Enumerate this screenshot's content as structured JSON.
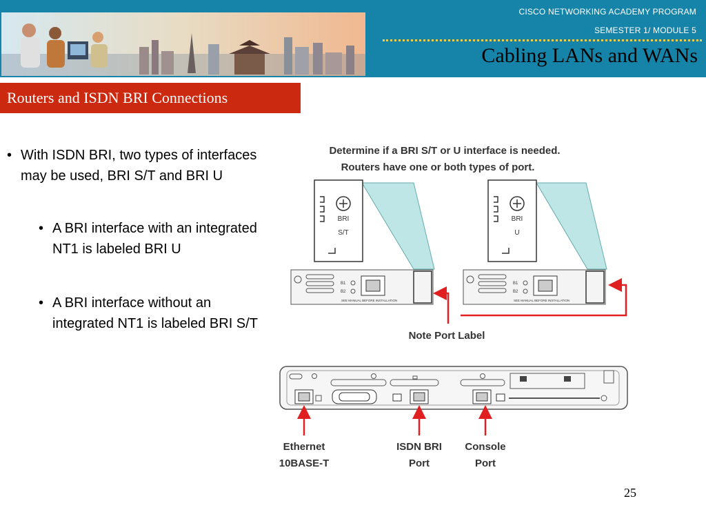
{
  "header": {
    "program": "CISCO NETWORKING ACADEMY PROGRAM",
    "semester": "SEMESTER 1/ MODULE 5",
    "title": "Cabling LANs and WANs"
  },
  "slide": {
    "subtitle": "Routers and ISDN BRI Connections",
    "bullets": [
      {
        "text": "With ISDN BRI, two types of interfaces may be used, BRI S/T and BRI U"
      },
      {
        "text": "A BRI interface with an integrated NT1 is labeled BRI U"
      },
      {
        "text": "A BRI interface without an integrated NT1 is labeled BRI S/T"
      }
    ],
    "page_number": "25"
  },
  "diagram": {
    "instruction_line1": "Determine if a BRI S/T or U interface is needed.",
    "instruction_line2": "Routers have one or both types of port.",
    "port_label_st_1": "BRI",
    "port_label_st_2": "S/T",
    "port_label_u_1": "BRI",
    "port_label_u_2": "U",
    "note_port_label": "Note Port Label",
    "card_b1": "B1",
    "card_b2": "B2",
    "card_footer": "SEE MANUAL BEFORE INSTALLATION",
    "ethernet_1": "Ethernet",
    "ethernet_2": "10BASE-T",
    "isdn_1": "ISDN BRI",
    "isdn_2": "Port",
    "console_1": "Console",
    "console_2": "Port",
    "arrow_color": "#e02020",
    "callout_color": "#bfe6e6"
  }
}
